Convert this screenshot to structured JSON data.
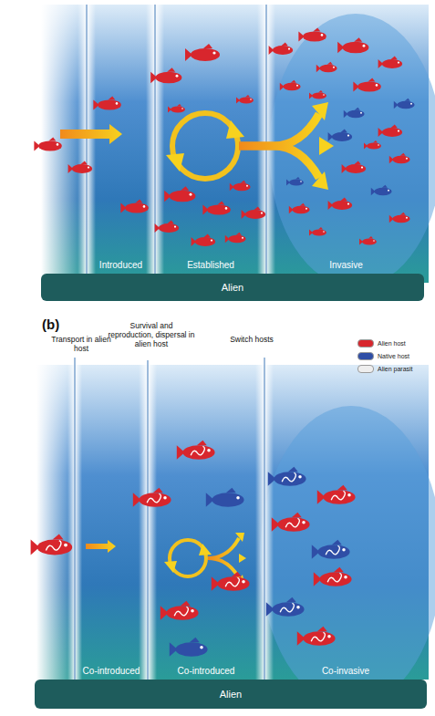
{
  "diagram": {
    "nodes": [
      {
        "text": [
          "Introduced"
        ]
      },
      {
        "text": [
          "Established"
        ]
      },
      {
        "text": [
          "Invasive"
        ]
      },
      {
        "text": [
          "Alien"
        ]
      },
      {
        "text": [
          "Co-introduced"
        ]
      },
      {
        "text": [
          "Co-introduced"
        ]
      },
      {
        "text": [
          "Co-invasive"
        ]
      },
      {
        "text": [
          "Alien"
        ]
      }
    ],
    "labels": [
      "(b)",
      "Transport in alien host",
      "Survival and reproduction, dispersal in alien host",
      "Switch hosts"
    ],
    "legend": [
      {
        "text": "Alien host",
        "color": "#d8262d"
      },
      {
        "text": "Native host",
        "color": "#2f4ea6"
      },
      {
        "text": "Alien parasit",
        "color": "#eeeeee"
      }
    ]
  }
}
